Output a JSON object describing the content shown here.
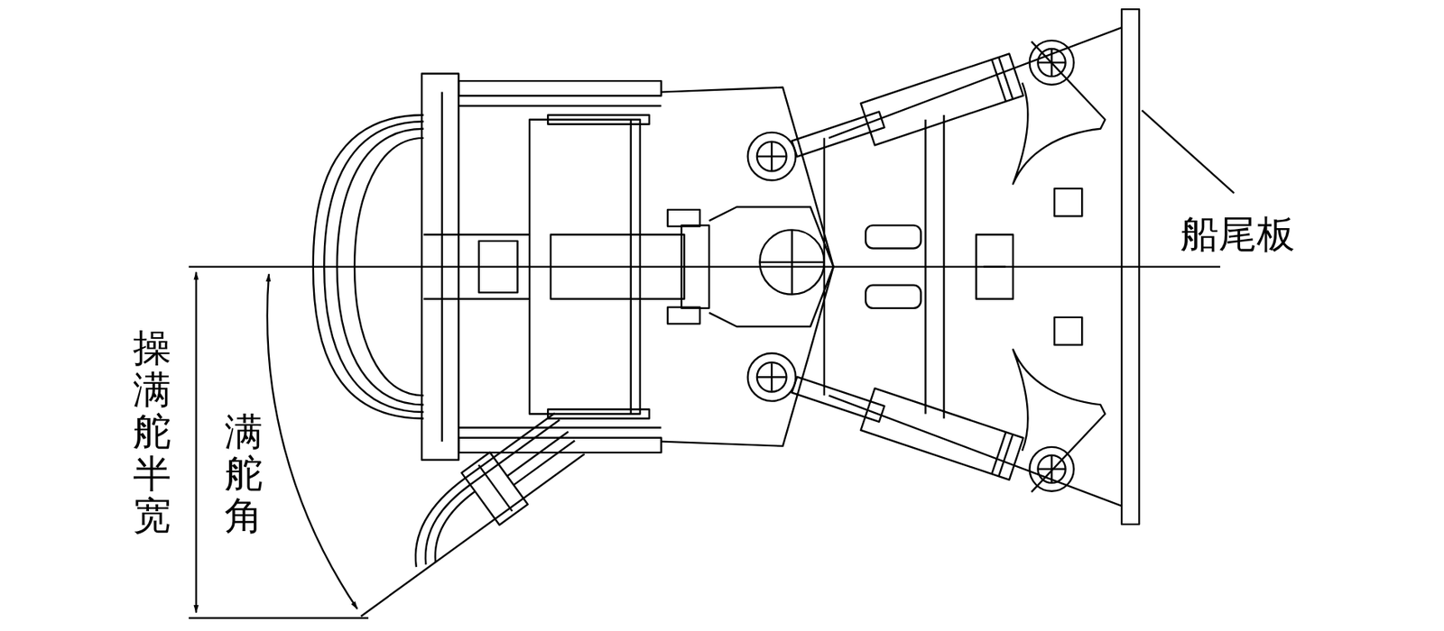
{
  "diagram": {
    "labels": [
      "船尾板",
      "操满舵半宽",
      "满舵角"
    ]
  }
}
